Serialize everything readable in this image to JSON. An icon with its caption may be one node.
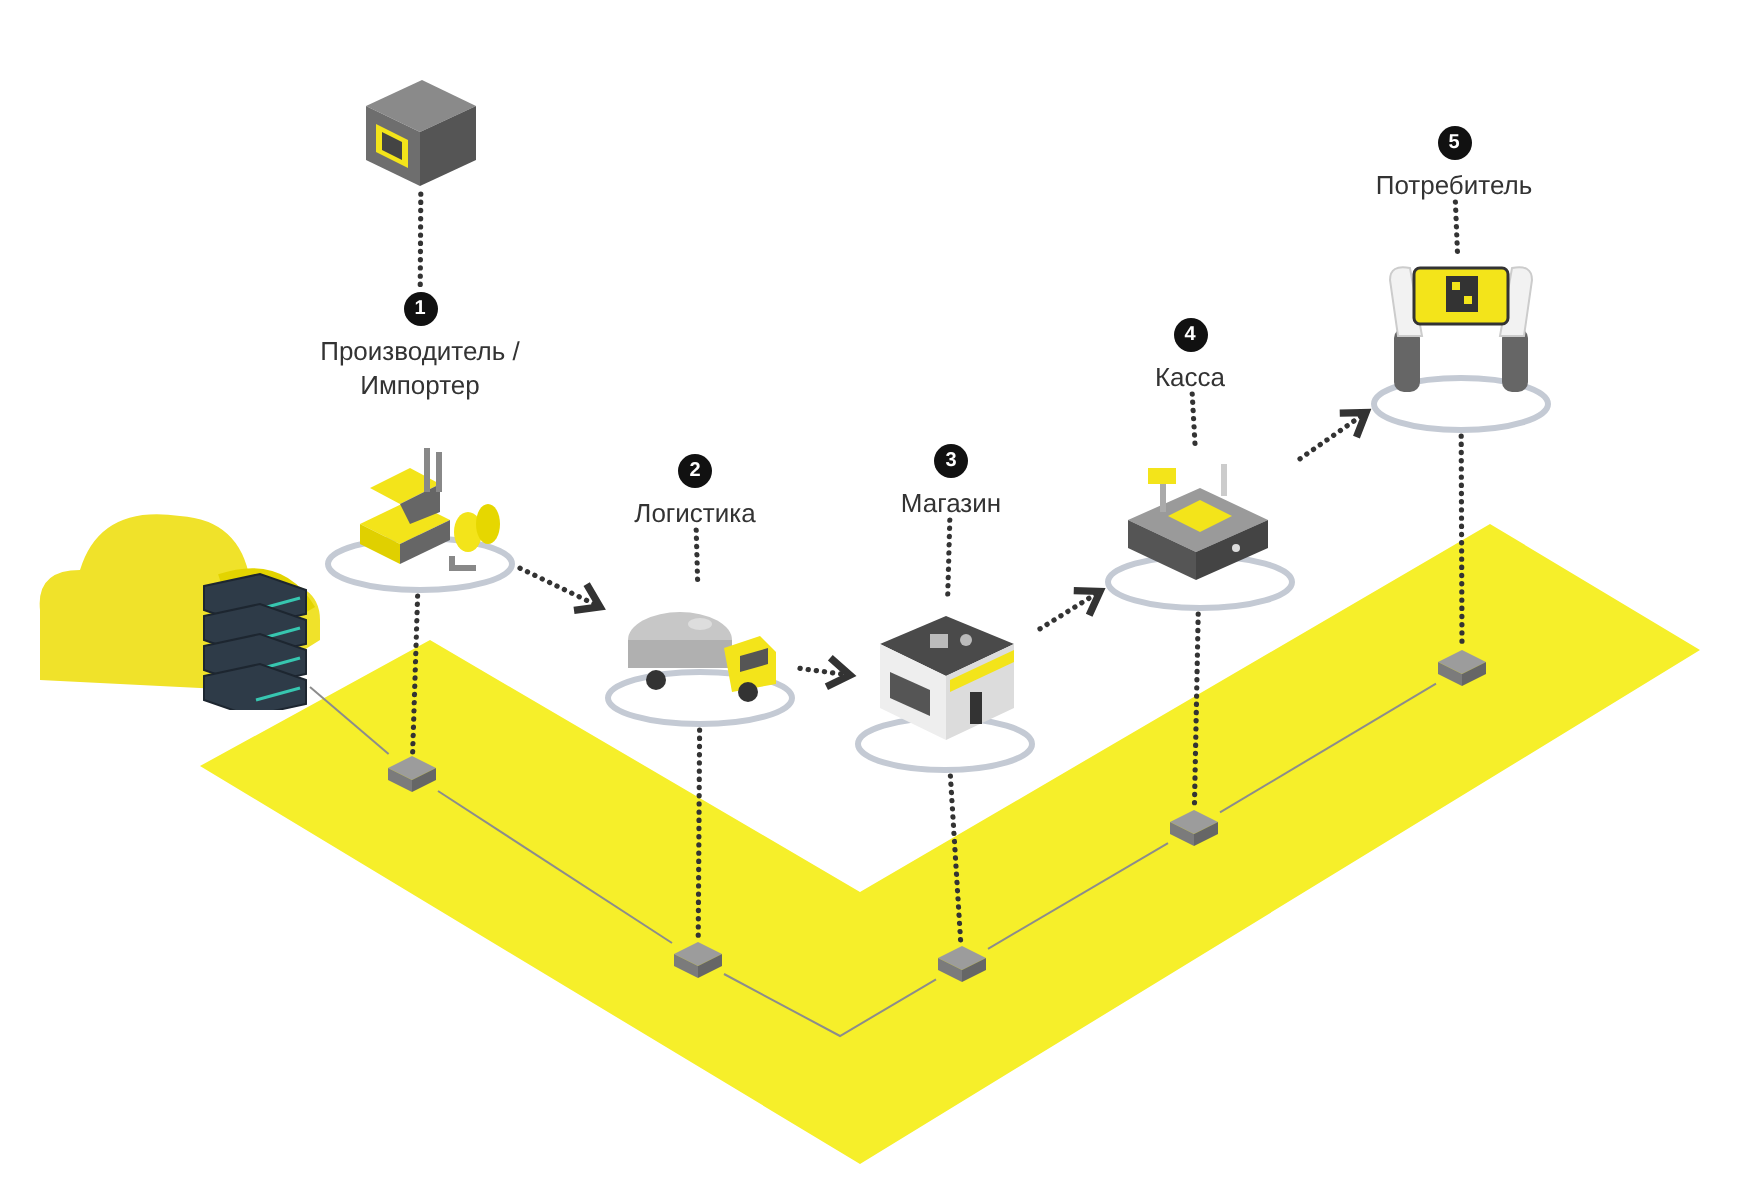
{
  "diagram": {
    "nodes": [
      {
        "text": [],
        "shape": "picture"
      },
      {
        "text": [
          "1"
        ],
        "beside": [
          "Производитель / Импортер"
        ]
      },
      {
        "text": [],
        "shape": "picture"
      },
      {
        "text": [
          "2"
        ],
        "beside": [
          "Логистика"
        ]
      },
      {
        "text": [],
        "shape": "picture"
      },
      {
        "text": [
          "3"
        ],
        "beside": [
          "Магазин"
        ]
      },
      {
        "text": [],
        "shape": "picture"
      },
      {
        "text": [
          "4"
        ],
        "beside": [
          "Касса"
        ]
      },
      {
        "text": [],
        "shape": "picture"
      },
      {
        "text": [
          "5"
        ],
        "beside": [
          "Потребитель"
        ]
      },
      {
        "text": [],
        "shape": "picture"
      },
      {
        "text": [],
        "shape": "cloud"
      },
      {
        "text": [],
        "shape": "picture"
      },
      {
        "text": [],
        "shape": "box"
      },
      {
        "text": [],
        "shape": "box"
      },
      {
        "text": [],
        "shape": "box"
      },
      {
        "text": [],
        "shape": "box"
      },
      {
        "text": [],
        "shape": "box"
      }
    ],
    "edges": [
      {
        "from": 0,
        "to": 1,
        "arrow": "none",
        "style": "dashed"
      },
      {
        "from": 3,
        "to": 4,
        "arrow": "none",
        "style": "dashed"
      },
      {
        "from": 5,
        "to": 6,
        "arrow": "none",
        "style": "dashed"
      },
      {
        "from": 7,
        "to": 8,
        "arrow": "none",
        "style": "dashed"
      },
      {
        "from": 9,
        "to": 10,
        "arrow": "none",
        "style": "dashed"
      },
      {
        "from": 2,
        "to": 4,
        "arrow": "to",
        "style": "dashed"
      },
      {
        "from": 4,
        "to": 6,
        "arrow": "to",
        "style": "dashed"
      },
      {
        "from": 6,
        "to": 8,
        "arrow": "to",
        "style": "dashed"
      },
      {
        "from": 8,
        "to": 10,
        "arrow": "to",
        "style": "dashed"
      },
      {
        "from": 2,
        "to": 13,
        "arrow": "none",
        "style": "dashed"
      },
      {
        "from": 4,
        "to": 14,
        "arrow": "none",
        "style": "dashed"
      },
      {
        "from": 6,
        "to": 15,
        "arrow": "none",
        "style": "dashed"
      },
      {
        "from": 8,
        "to": 16,
        "arrow": "none",
        "style": "dashed"
      },
      {
        "from": 10,
        "to": 17,
        "arrow": "none",
        "style": "dashed"
      },
      {
        "from": 12,
        "to": 13,
        "arrow": "none",
        "color": "#8c8c8c"
      },
      {
        "from": 13,
        "to": 14,
        "arrow": "none",
        "color": "#8c8c8c"
      },
      {
        "from": 14,
        "to": 15,
        "arrow": "none",
        "color": "#8c8c8c"
      },
      {
        "from": 15,
        "to": 16,
        "arrow": "none",
        "color": "#8c8c8c"
      },
      {
        "from": 16,
        "to": 17,
        "arrow": "none",
        "color": "#8c8c8c"
      }
    ]
  }
}
